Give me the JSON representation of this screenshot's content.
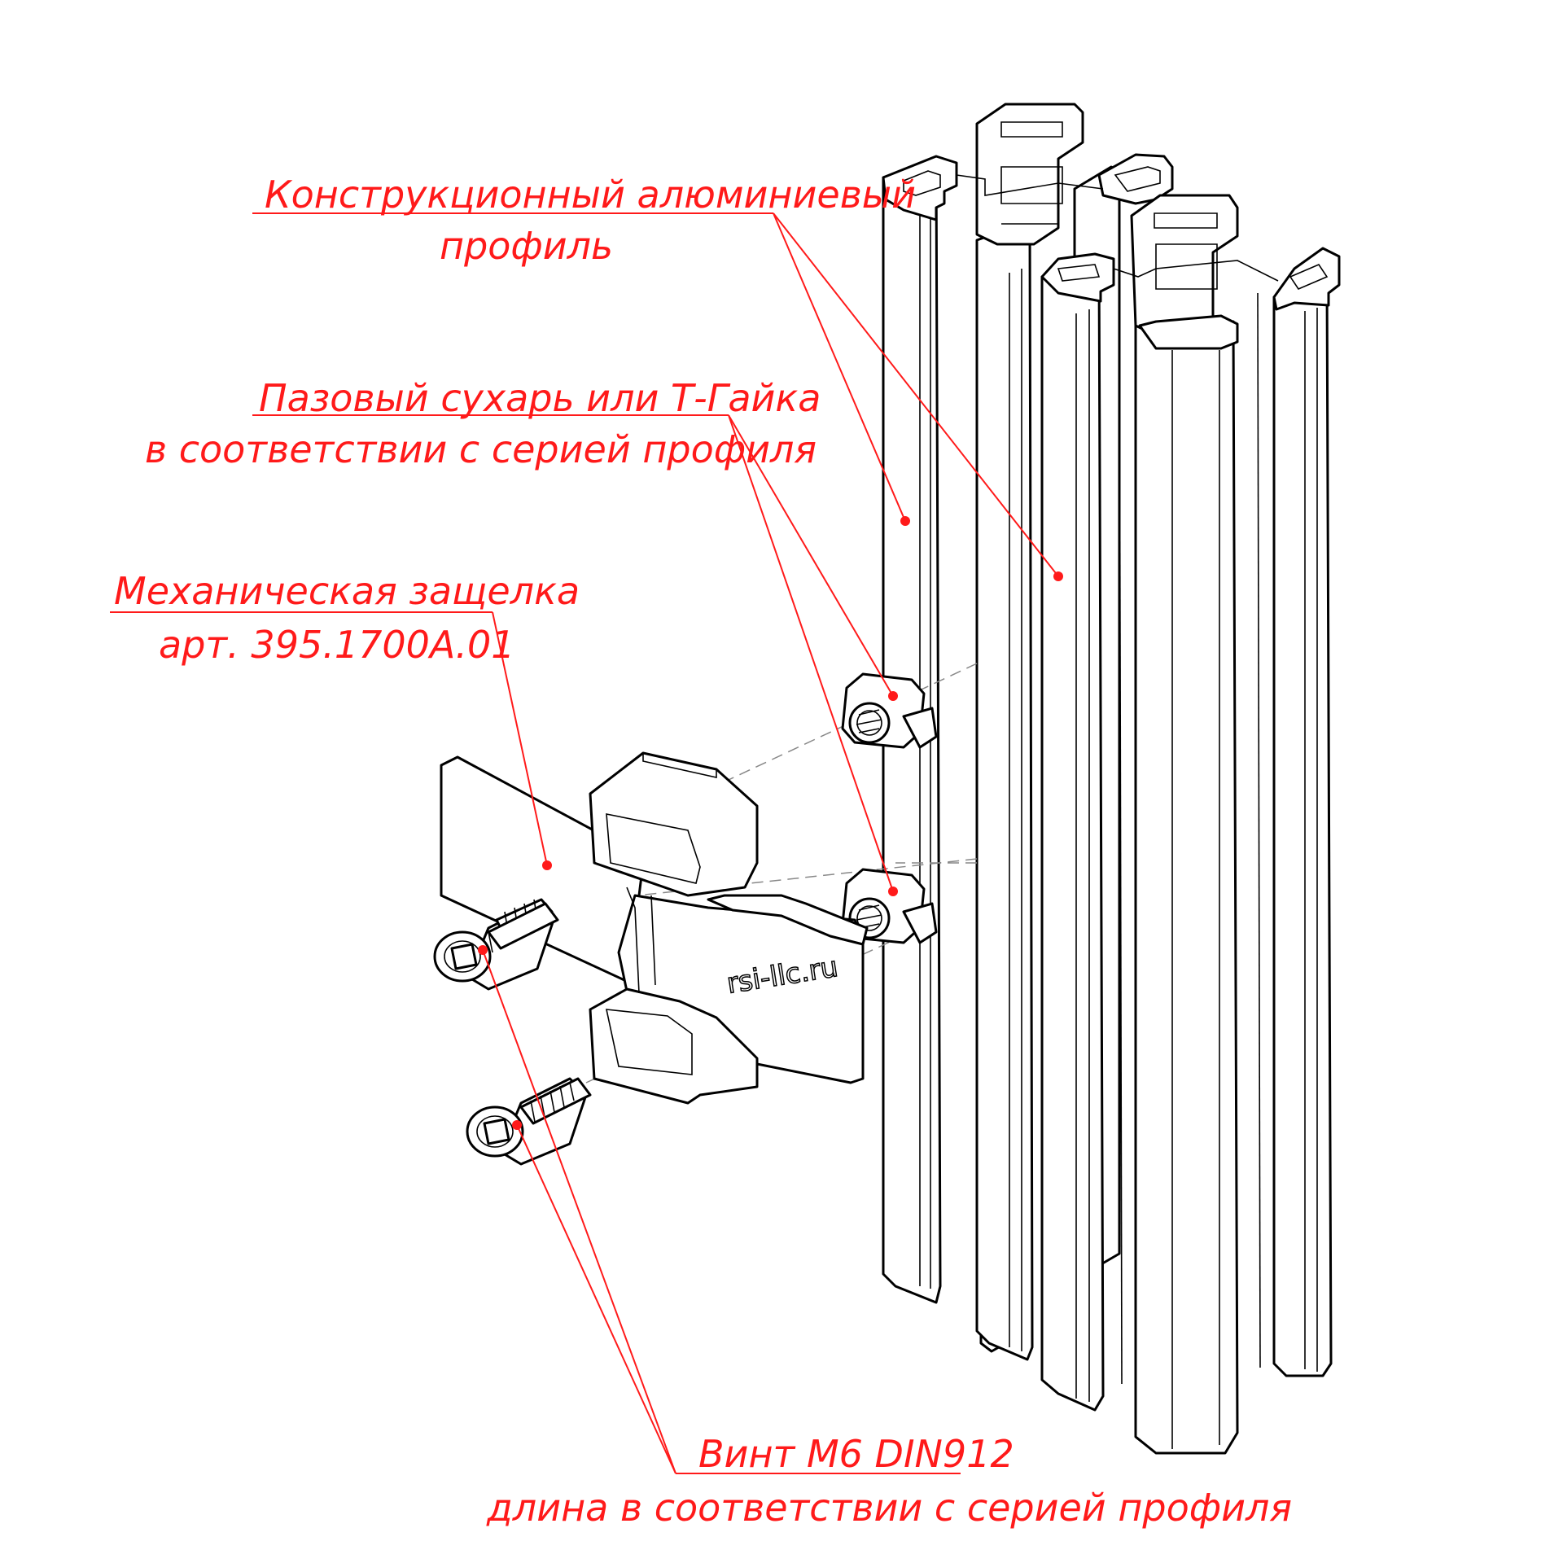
{
  "labels": {
    "profile": {
      "line1": "Конструкционный алюминиевый",
      "line2": "профиль"
    },
    "tnut": {
      "line1": "Пазовый сухарь или Т-Гайка",
      "line2": "в соответствии с серией профиля"
    },
    "latch": {
      "line1": "Механическая защелка",
      "line2": "арт. 395.1700А.01"
    },
    "screw": {
      "line1": "Винт М6 DIN912",
      "line2": "длина в соответствии с серией профиля"
    }
  },
  "brand": "rsi-llc.ru",
  "colors": {
    "annotation": "#ff1a1a",
    "line": "#000000",
    "background": "#ffffff"
  }
}
